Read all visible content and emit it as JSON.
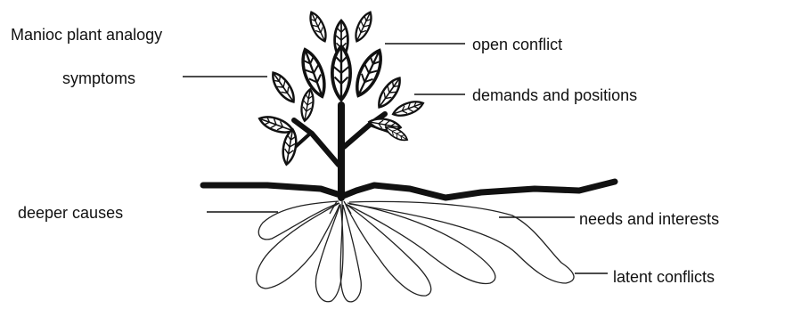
{
  "title": "Manioc plant analogy",
  "labels": {
    "symptoms": "symptoms",
    "open_conflict": "open conflict",
    "demands_positions": "demands and positions",
    "deeper_causes": "deeper causes",
    "needs_interests": "needs and interests",
    "latent_conflicts": "latent conflicts"
  },
  "colors": {
    "ink": "#111111",
    "leaf_fill": "#ffffff",
    "root_stroke": "#222222"
  }
}
